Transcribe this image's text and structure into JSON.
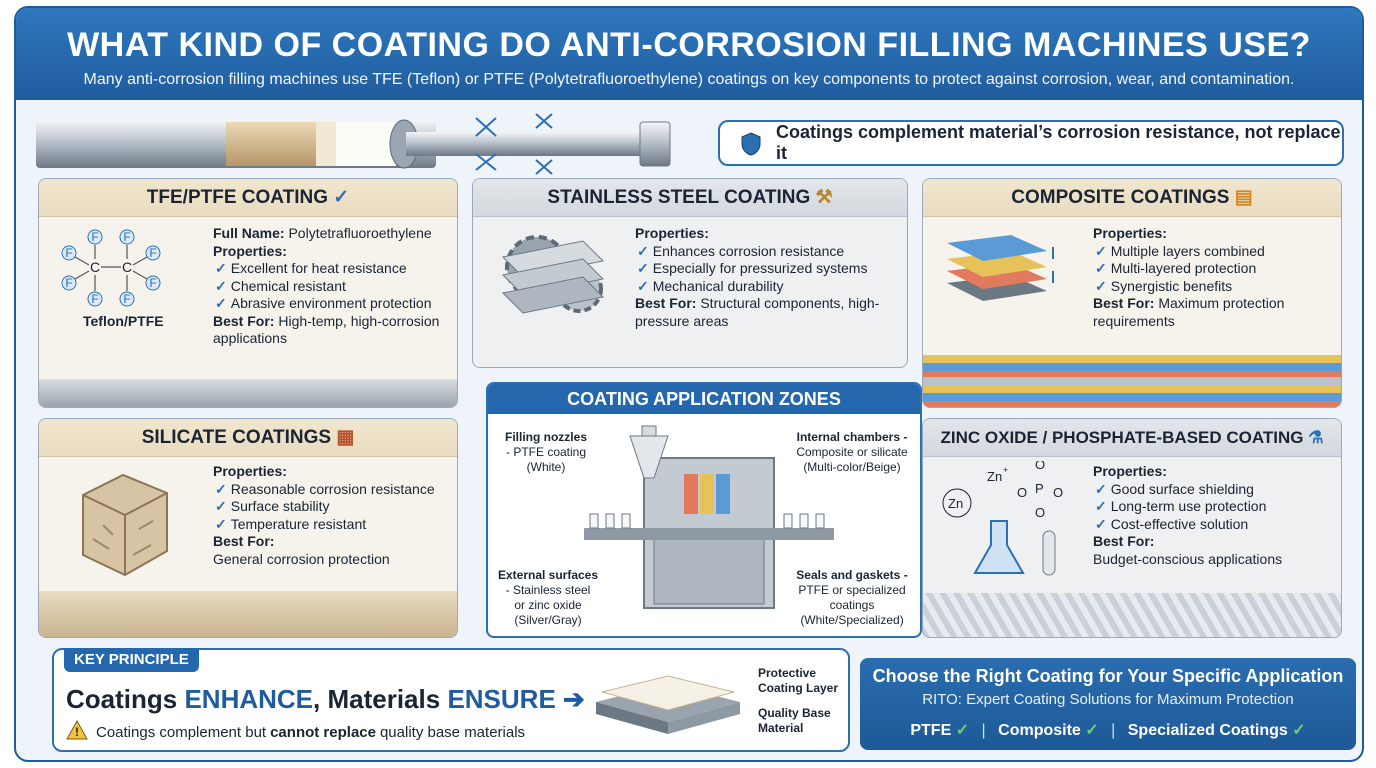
{
  "header": {
    "title": "WHAT KIND OF COATING DO ANTI-CORROSION FILLING MACHINES USE?",
    "subtitle": "Many anti-corrosion filling machines use TFE (Teflon) or PTFE (Polytetrafluoroethylene) coatings on key components to protect against corrosion, wear, and contamination."
  },
  "note": "Coatings complement material’s corrosion resistance, not replace it",
  "ptfe": {
    "title": "TFE/PTFE COATING",
    "molecule_caption": "Teflon/PTFE",
    "fullname_label": "Full Name:",
    "fullname": "Polytetrafluoroethylene",
    "properties_label": "Properties:",
    "properties": [
      "Excellent for heat resistance",
      "Chemical resistant",
      "Abrasive environment protection"
    ],
    "best_label": "Best For:",
    "best": "High-temp, high-corrosion applications"
  },
  "steel": {
    "title": "STAINLESS STEEL COATING",
    "properties_label": "Properties:",
    "properties": [
      "Enhances corrosion resistance",
      "Especially for pressurized systems",
      "Mechanical durability"
    ],
    "best_label": "Best For:",
    "best": "Structural components, high-pressure areas"
  },
  "composite": {
    "title": "COMPOSITE COATINGS",
    "properties_label": "Properties:",
    "properties": [
      "Multiple layers combined",
      "Multi-layered protection",
      "Synergistic benefits"
    ],
    "best_label": "Best For:",
    "best": "Maximum protection requirements"
  },
  "silicate": {
    "title": "SILICATE COATINGS",
    "properties_label": "Properties:",
    "properties": [
      "Reasonable corrosion resistance",
      "Surface stability",
      "Temperature resistant"
    ],
    "best_label": "Best For:",
    "best": "General corrosion protection"
  },
  "zinc": {
    "title": "ZINC OXIDE / PHOSPHATE-BASED COATING",
    "properties_label": "Properties:",
    "properties": [
      "Good surface shielding",
      "Long-term use protection",
      "Cost-effective solution"
    ],
    "best_label": "Best For:",
    "best": "Budget-conscious applications"
  },
  "zones": {
    "title": "COATING APPLICATION ZONES",
    "nozzles": {
      "name": "Filling nozzles",
      "detail": "- PTFE coating",
      "color": "(White)"
    },
    "chambers": {
      "name": "Internal chambers -",
      "detail": "Composite or silicate",
      "color": "(Multi-color/Beige)"
    },
    "external": {
      "name": "External surfaces",
      "detail": "- Stainless steel",
      "detail2": "or zinc oxide",
      "color": "(Silver/Gray)"
    },
    "seals": {
      "name": "Seals and gaskets -",
      "detail": "PTFE or specialized",
      "detail2": "coatings",
      "color": "(White/Specialized)"
    }
  },
  "key_principle": {
    "tag": "KEY PRINCIPLE",
    "head_a": "Coatings ",
    "head_b": "ENHANCE",
    "head_c": ", Materials ",
    "head_d": "ENSURE",
    "warn_a": "Coatings complement but",
    "warn_b": "cannot replace",
    "warn_c": "quality base materials",
    "layer_top": "Protective Coating Layer",
    "layer_bottom": "Quality Base Material"
  },
  "cta": {
    "line1": "Choose the Right Coating for Your Specific Application",
    "line2": "RITO: Expert Coating Solutions for Maximum Protection",
    "items": [
      "PTFE",
      "Composite",
      "Specialized Coatings"
    ]
  },
  "colors": {
    "accent": "#1f5c9e",
    "check": "#2c6fb3",
    "cta_check": "#6ccf7a"
  }
}
